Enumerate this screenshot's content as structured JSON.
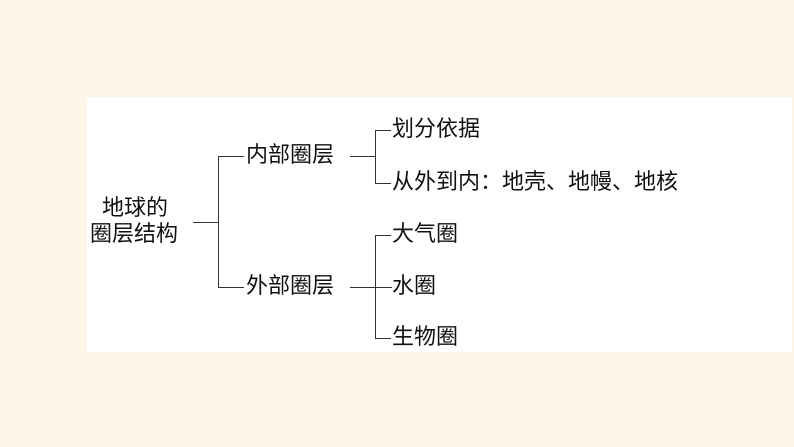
{
  "root": {
    "line1": "地球的",
    "line2": "圈层结构"
  },
  "branches": [
    {
      "label": "内部圈层",
      "children": [
        "划分依据",
        "从外到内：地壳、地幔、地核"
      ]
    },
    {
      "label": "外部圈层",
      "children": [
        "大气圈",
        "水圈",
        "生物圈"
      ]
    }
  ]
}
